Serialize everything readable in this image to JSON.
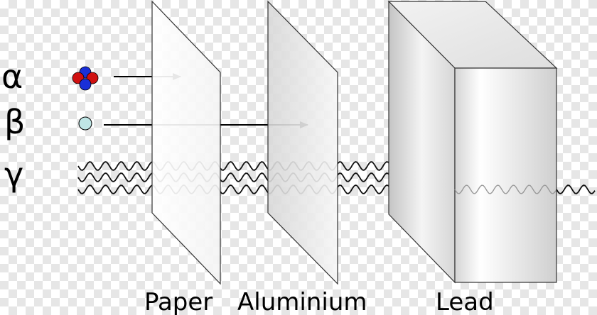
{
  "radiation": {
    "alpha": "α",
    "beta": "β",
    "gamma": "γ"
  },
  "barriers": {
    "paper": "Paper",
    "aluminium": "Aluminium",
    "lead": "Lead"
  },
  "colors": {
    "proton": "#d01010",
    "neutron": "#1a2fd8",
    "electron": "#bfe6e6",
    "wave": "#111111"
  }
}
